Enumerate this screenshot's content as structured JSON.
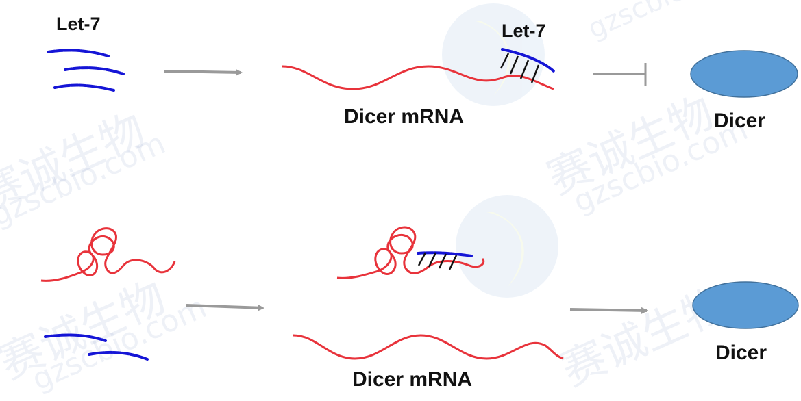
{
  "labels": {
    "let7_top_left": "Let-7",
    "let7_bound": "Let-7",
    "mrna_top": "Dicer mRNA",
    "mrna_bottom": "Dicer mRNA",
    "dicer_top": "Dicer",
    "dicer_bottom": "Dicer"
  },
  "watermark": {
    "chinese": "赛诚生物",
    "domain": "gzscbio.com"
  },
  "colors": {
    "let7": "#1515d6",
    "mrna": "#e8333b",
    "arrow": "#9a9a9a",
    "dicer_fill": "#5b9bd5",
    "dicer_stroke": "#41719c",
    "watermark": "#7896be"
  },
  "rows": [
    {
      "name": "top",
      "relation": "inhibits"
    },
    {
      "name": "bottom",
      "relation": "produces"
    }
  ]
}
